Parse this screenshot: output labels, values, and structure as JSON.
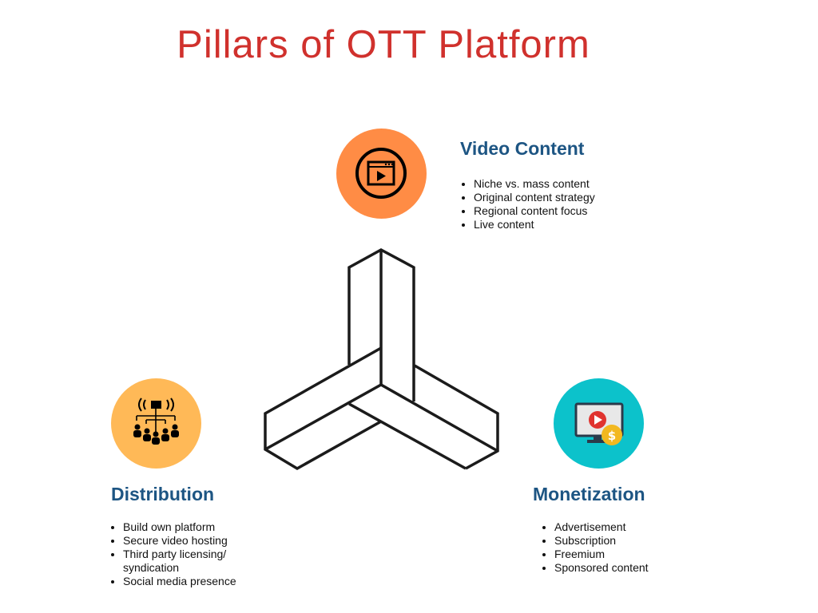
{
  "title": "Pillars of OTT Platform",
  "pillars": {
    "video": {
      "heading": "Video Content",
      "icon": "video-player-icon",
      "color": "#ff8c45",
      "items": [
        "Niche vs. mass content",
        "Original content strategy",
        "Regional content focus",
        "Live content"
      ]
    },
    "distribution": {
      "heading": "Distribution",
      "icon": "broadcast-audience-icon",
      "color": "#ffb957",
      "items": [
        "Build own platform",
        "Secure video hosting",
        "Third party licensing/ syndication",
        "Social media presence"
      ]
    },
    "monetization": {
      "heading": "Monetization",
      "icon": "monitor-dollar-icon",
      "color": "#0cc2cb",
      "items": [
        "Advertisement",
        "Subscription",
        "Freemium",
        "Sponsored content"
      ]
    }
  }
}
